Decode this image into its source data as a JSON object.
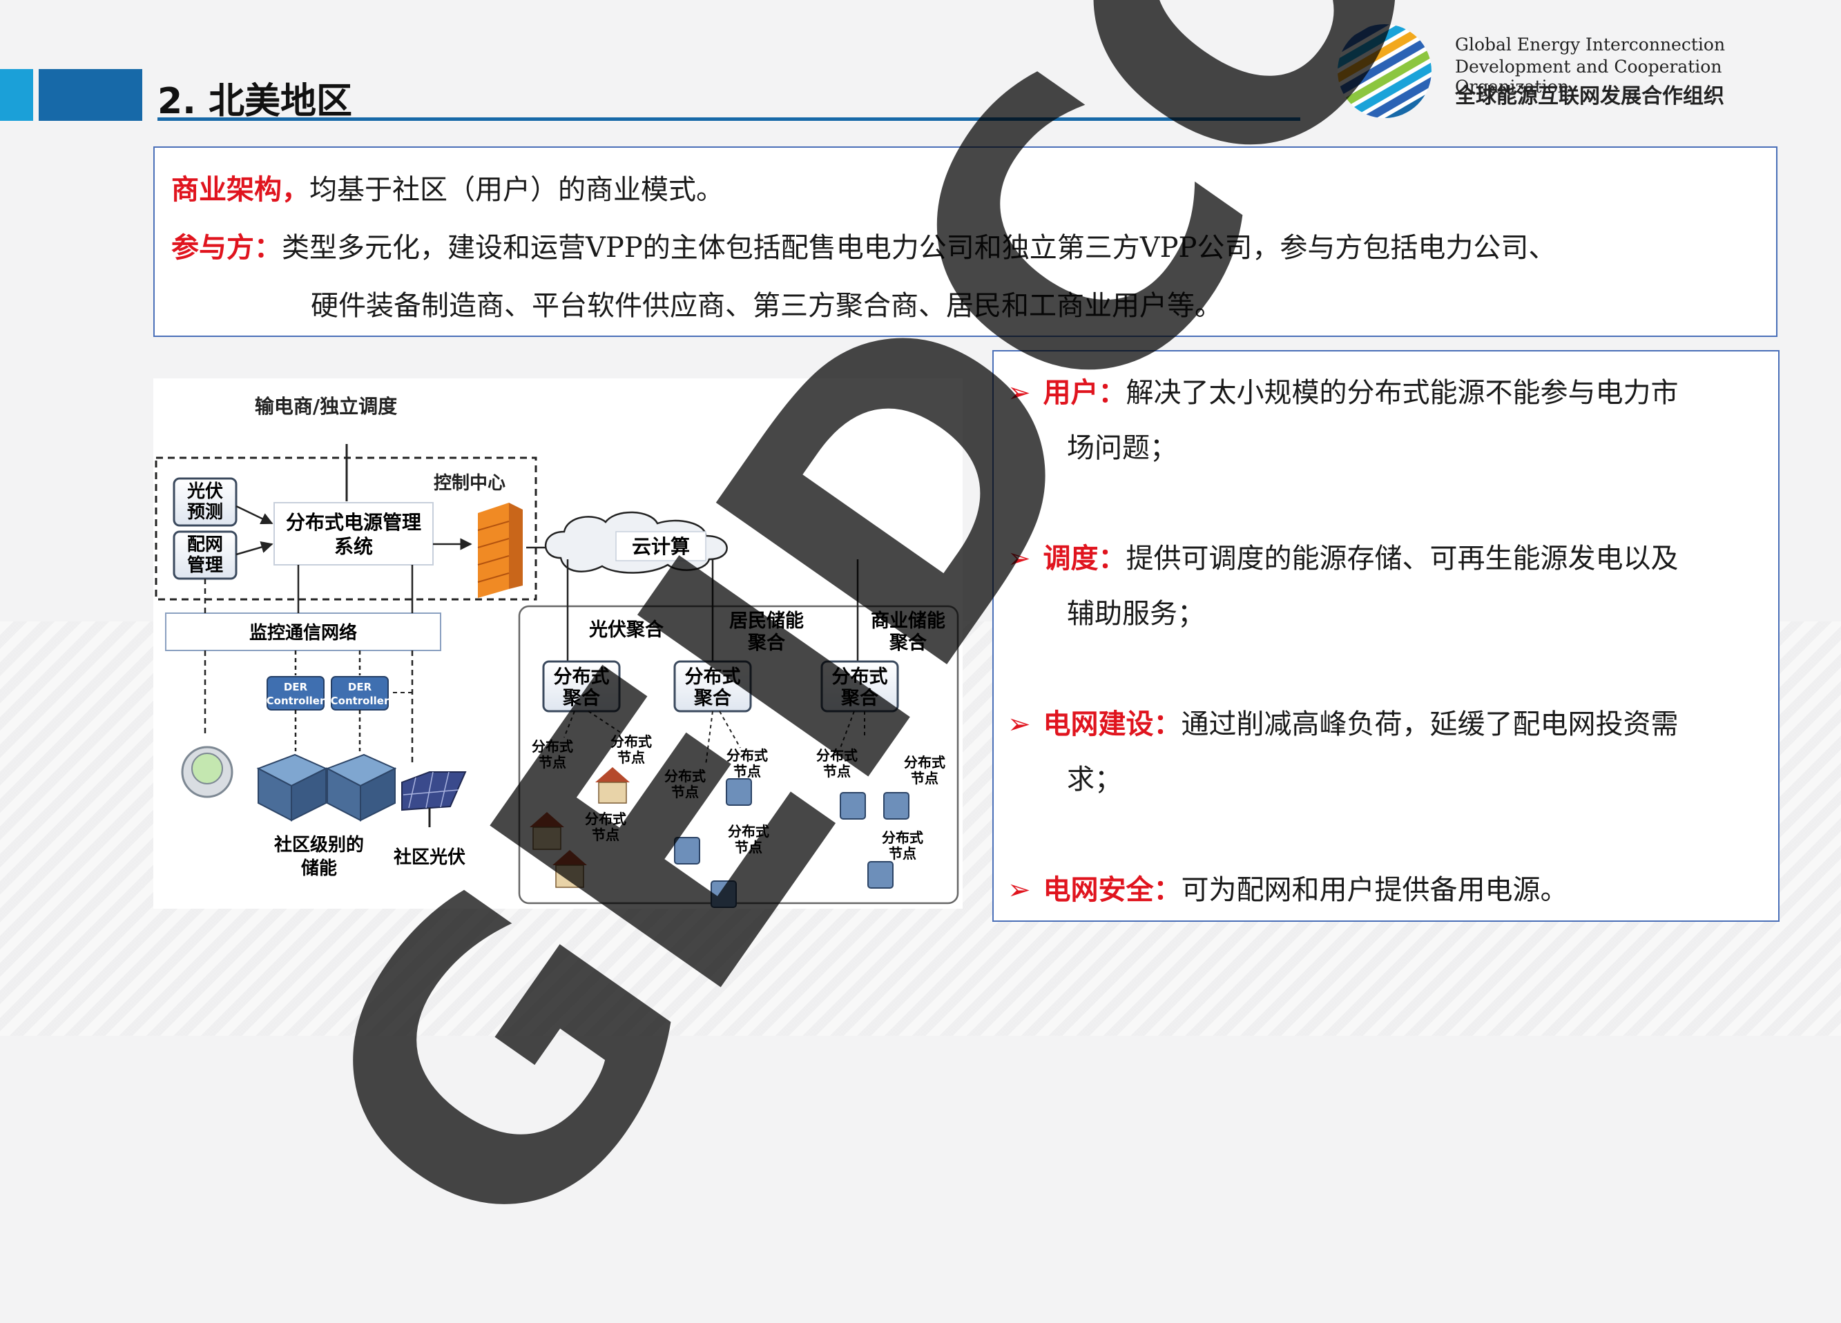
{
  "header": {
    "page_title": "2. 北美地区"
  },
  "org": {
    "name_en_line1": "Global Energy Interconnection",
    "name_en_line2": "Development and Cooperation Organization",
    "name_cn": "全球能源互联网发展合作组织"
  },
  "summary": {
    "line1_label": "商业架构，",
    "line1_text": "均基于社区（用户）的商业模式。",
    "line2_label": "参与方：",
    "line2_text": "类型多元化，建设和运营VPP的主体包括配售电电力公司和独立第三方VPP公司，参与方包括电力公司、",
    "line3_text": "硬件装备制造商、平台软件供应商、第三方聚合商、居民和工商业用户等。"
  },
  "diagram": {
    "transmission": "输电商/独立调度",
    "control_center": "控制中心",
    "pv_forecast_1": "光伏",
    "pv_forecast_2": "预测",
    "grid_mgmt_1": "配网",
    "grid_mgmt_2": "管理",
    "derms_1": "分布式电源管理",
    "derms_2": "系统",
    "cloud": "云计算",
    "monitor_net": "监控通信网络",
    "der_1": "DER",
    "der_2": "Controller",
    "pv_agg": "光伏聚合",
    "res_storage_1": "居民储能",
    "res_storage_2": "聚合",
    "com_storage_1": "商业储能",
    "com_storage_2": "聚合",
    "dist_agg_1": "分布式",
    "dist_agg_2": "聚合",
    "node_1": "分布式",
    "node_2": "节点",
    "community_storage_1": "社区级别的",
    "community_storage_2": "储能",
    "community_pv": "社区光伏"
  },
  "bullets": [
    {
      "label": "用户：",
      "text": "解决了太小规模的分布式能源不能参与电力市",
      "cont": "场问题；"
    },
    {
      "label": "调度：",
      "text": "提供可调度的能源存储、可再生能源发电以及",
      "cont": "辅助服务；"
    },
    {
      "label": "电网建设：",
      "text": "通过削减高峰负荷，延缓了配电网投资需",
      "cont": "求；"
    },
    {
      "label": "电网安全：",
      "text": "可为配网和用户提供备用电源。",
      "cont": ""
    }
  ],
  "watermark": "GEIDCO",
  "colors": {
    "accent_light": "#1ba0d8",
    "accent_dark": "#1769a8",
    "highlight_red": "#e0141e",
    "box_border": "#4a6fb8"
  }
}
